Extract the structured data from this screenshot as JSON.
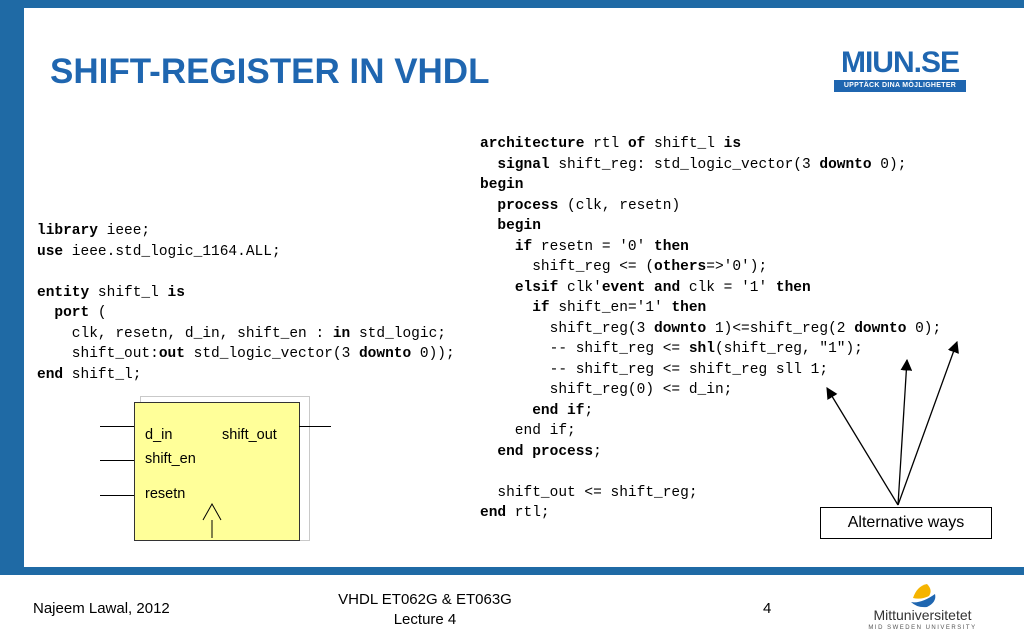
{
  "slide": {
    "title": "SHIFT-REGISTER IN VHDL",
    "logo_text": "MIUN.SE",
    "logo_tagline": "UPPTÄCK DINA MÖJLIGHETER"
  },
  "code_left": [
    [
      {
        "t": "library",
        "b": true
      },
      {
        "t": " ieee;"
      }
    ],
    [
      {
        "t": "use",
        "b": true
      },
      {
        "t": " ieee.std_logic_1164.ALL;"
      }
    ],
    [],
    [
      {
        "t": "entity",
        "b": true
      },
      {
        "t": " shift_l "
      },
      {
        "t": "is",
        "b": true
      }
    ],
    [
      {
        "t": "  "
      },
      {
        "t": "port",
        "b": true
      },
      {
        "t": " ("
      }
    ],
    [
      {
        "t": "    clk, resetn, d_in, shift_en : "
      },
      {
        "t": "in",
        "b": true
      },
      {
        "t": " std_logic;"
      }
    ],
    [
      {
        "t": "    shift_out:"
      },
      {
        "t": "out",
        "b": true
      },
      {
        "t": " std_logic_vector(3 "
      },
      {
        "t": "downto",
        "b": true
      },
      {
        "t": " 0));"
      }
    ],
    [
      {
        "t": "end",
        "b": true
      },
      {
        "t": " shift_l;"
      }
    ]
  ],
  "code_right": [
    [
      {
        "t": "architecture",
        "b": true
      },
      {
        "t": " rtl "
      },
      {
        "t": "of",
        "b": true
      },
      {
        "t": " shift_l "
      },
      {
        "t": "is",
        "b": true
      }
    ],
    [
      {
        "t": "  "
      },
      {
        "t": "signal",
        "b": true
      },
      {
        "t": " shift_reg: std_logic_vector(3 "
      },
      {
        "t": "downto",
        "b": true
      },
      {
        "t": " 0);"
      }
    ],
    [
      {
        "t": "begin",
        "b": true
      }
    ],
    [
      {
        "t": "  "
      },
      {
        "t": "process",
        "b": true
      },
      {
        "t": " (clk, resetn)"
      }
    ],
    [
      {
        "t": "  "
      },
      {
        "t": "begin",
        "b": true
      }
    ],
    [
      {
        "t": "    "
      },
      {
        "t": "if",
        "b": true
      },
      {
        "t": " resetn = '0' "
      },
      {
        "t": "then",
        "b": true
      }
    ],
    [
      {
        "t": "      shift_reg <= ("
      },
      {
        "t": "others",
        "b": true
      },
      {
        "t": "=>'0');"
      }
    ],
    [
      {
        "t": "    "
      },
      {
        "t": "elsif",
        "b": true
      },
      {
        "t": " clk'"
      },
      {
        "t": "event and",
        "b": true
      },
      {
        "t": " clk = '1' "
      },
      {
        "t": "then",
        "b": true
      }
    ],
    [
      {
        "t": "      "
      },
      {
        "t": "if",
        "b": true
      },
      {
        "t": " shift_en='1' "
      },
      {
        "t": "then",
        "b": true
      }
    ],
    [
      {
        "t": "        shift_reg(3 "
      },
      {
        "t": "downto",
        "b": true
      },
      {
        "t": " 1)<=shift_reg(2 "
      },
      {
        "t": "downto",
        "b": true
      },
      {
        "t": " 0);"
      }
    ],
    [
      {
        "t": "        -- shift_reg <= "
      },
      {
        "t": "shl",
        "b": true
      },
      {
        "t": "(shift_reg, \"1\");"
      }
    ],
    [
      {
        "t": "        -- shift_reg <= shift_reg sll 1;"
      }
    ],
    [
      {
        "t": "        shift_reg(0) <= d_in;"
      }
    ],
    [
      {
        "t": "      "
      },
      {
        "t": "end if",
        "b": true
      },
      {
        "t": ";"
      }
    ],
    [
      {
        "t": "    end if;"
      }
    ],
    [
      {
        "t": "  "
      },
      {
        "t": "end process",
        "b": true
      },
      {
        "t": ";"
      }
    ],
    [],
    [
      {
        "t": "  shift_out <= shift_reg;"
      }
    ],
    [
      {
        "t": "end",
        "b": true
      },
      {
        "t": " rtl;"
      }
    ]
  ],
  "block_diagram": {
    "in_d_in": "d_in",
    "in_shift_en": "shift_en",
    "in_resetn": "resetn",
    "out_shift_out": "shift_out"
  },
  "callout": "Alternative ways",
  "footer": {
    "author": "Najeem Lawal, 2012",
    "course_line1": "VHDL ET062G & ET063G",
    "course_line2": "Lecture 4",
    "page_number": "4",
    "university_name": "Mittuniversitetet",
    "university_sub": "MID SWEDEN UNIVERSITY"
  },
  "colors": {
    "frame": "#1f6aa5",
    "title": "#1f66b0",
    "block_fill": "#ffff99"
  }
}
